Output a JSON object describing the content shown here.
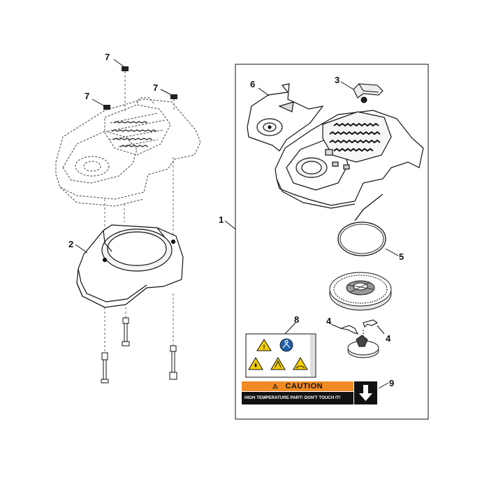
{
  "callouts": {
    "c1": "1",
    "c2": "2",
    "c3": "3",
    "c4a": "4",
    "c4b": "4",
    "c5": "5",
    "c6": "6",
    "c7a": "7",
    "c7b": "7",
    "c7c": "7",
    "c8": "8",
    "c9": "9"
  },
  "caution_label": {
    "title": "CAUTION",
    "subtitle": "HIGH TEMPERATURE PART! DON'T TOUCH IT!"
  },
  "colors": {
    "line": "#111111",
    "dashed": "#555555",
    "caution_orange": "#f08a24",
    "warning_yellow": "#f5d000",
    "mandatory_blue": "#1d5fa8"
  }
}
